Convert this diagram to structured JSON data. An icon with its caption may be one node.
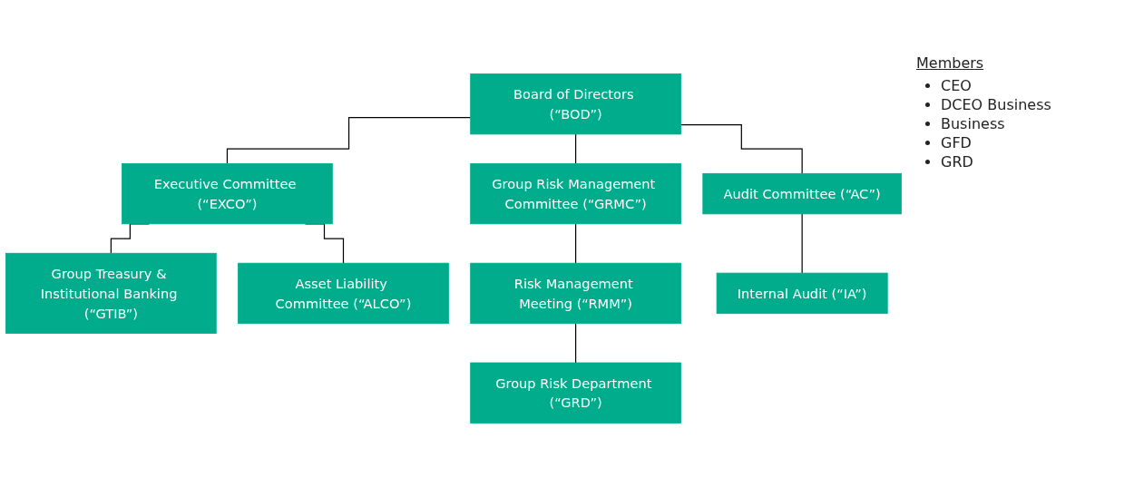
{
  "diagram": {
    "nodes": [
      {
        "text": [
          "Board of Directors (“BOD”)"
        ]
      },
      {
        "text": [
          "Executive Committee (“EXCO”)"
        ]
      },
      {
        "text": [
          "Group Risk Management Committee (“GRMC”)"
        ]
      },
      {
        "text": [
          "Audit Committee (“AC”)"
        ]
      },
      {
        "text": [
          "Group Treasury & Institutional Banking (“GTIB”)"
        ]
      },
      {
        "text": [
          "Asset Liability Committee (“ALCO”)"
        ]
      },
      {
        "text": [
          "Risk Management Meeting (“RMM”)"
        ]
      },
      {
        "text": [
          "Internal Audit (“IA”)"
        ]
      },
      {
        "text": [
          "Group Risk Department (“GRD”)"
        ]
      }
    ],
    "edges": [
      {
        "from": 0,
        "to": 1,
        "arrow": "none"
      },
      {
        "from": 0,
        "to": 2,
        "arrow": "none"
      },
      {
        "from": 0,
        "to": 3,
        "arrow": "none"
      },
      {
        "from": 1,
        "to": 4,
        "arrow": "none"
      },
      {
        "from": 1,
        "to": 5,
        "arrow": "none"
      },
      {
        "from": 2,
        "to": 6,
        "arrow": "none"
      },
      {
        "from": 6,
        "to": 8,
        "arrow": "none"
      },
      {
        "from": 3,
        "to": 7,
        "arrow": "none"
      }
    ],
    "labels": [
      "Members",
      "CEO",
      "DCEO Business",
      "Business",
      "GFD",
      "GRD"
    ]
  }
}
